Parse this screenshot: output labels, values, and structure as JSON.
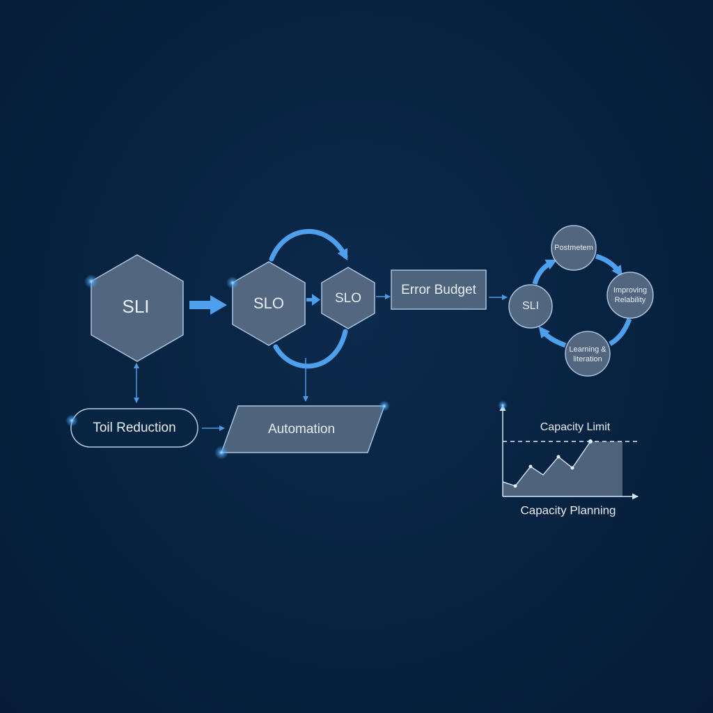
{
  "nodes": {
    "sli_main": "SLI",
    "slo_1": "SLO",
    "slo_2": "SLO",
    "error_budget": "Error Budget",
    "toil_reduction": "Toil Reduction",
    "automation": "Automation"
  },
  "cycle": {
    "sli": "SLI",
    "postmortem": "Postmetem",
    "improving_line1": "Improving",
    "improving_line2": "Relability",
    "learning_line1": "Learning &",
    "learning_line2": "literation"
  },
  "capacity": {
    "limit_label": "Capacity Limit",
    "title": "Capacity Planning"
  },
  "colors": {
    "background": "#07213f",
    "accent": "#3d8fdc",
    "node_fill": "#5b6f86",
    "node_stroke": "#a9c3e0",
    "text": "#e8eef6"
  }
}
